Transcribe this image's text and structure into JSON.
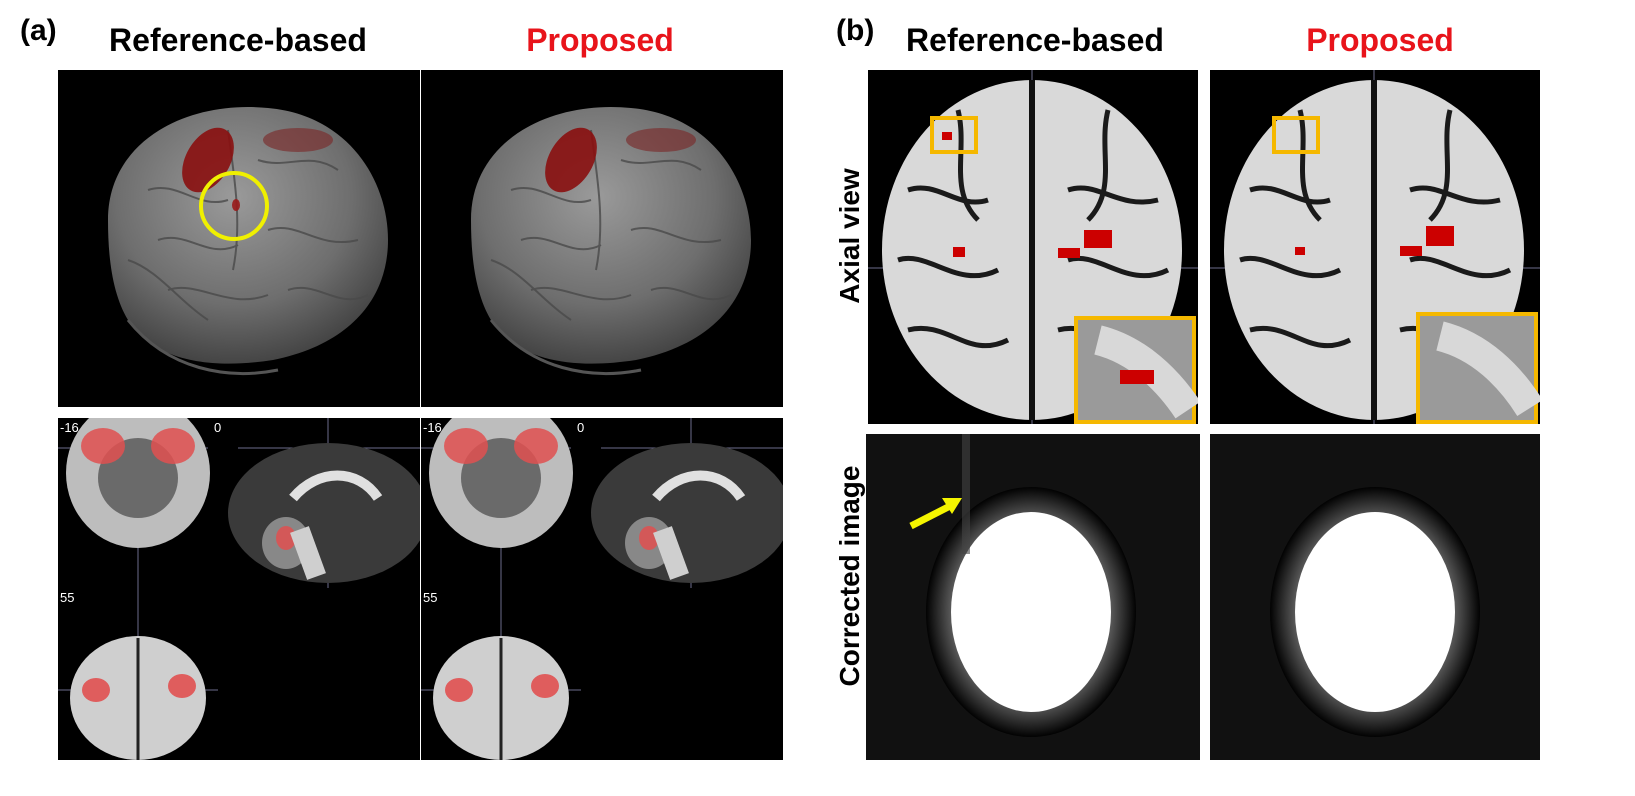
{
  "panel_a": {
    "label": "(a)",
    "titles": {
      "reference": "Reference-based",
      "proposed": "Proposed"
    },
    "slice_numbers": {
      "coronal": "-16",
      "sagittal": "0",
      "axial": "55"
    }
  },
  "panel_b": {
    "label": "(b)",
    "titles": {
      "reference": "Reference-based",
      "proposed": "Proposed"
    },
    "row_labels": {
      "axial": "Axial view",
      "corrected": "Corrected image"
    }
  },
  "colors": {
    "activation": "#d81c1c",
    "highlight_circle": "#f0f000",
    "zoom_box": "#f5b800",
    "arrow": "#f5f500",
    "proposed_title": "#e8141b"
  },
  "icons": {
    "annotation_circle": "circle",
    "annotation_arrow": "arrow",
    "zoom_box": "square"
  }
}
